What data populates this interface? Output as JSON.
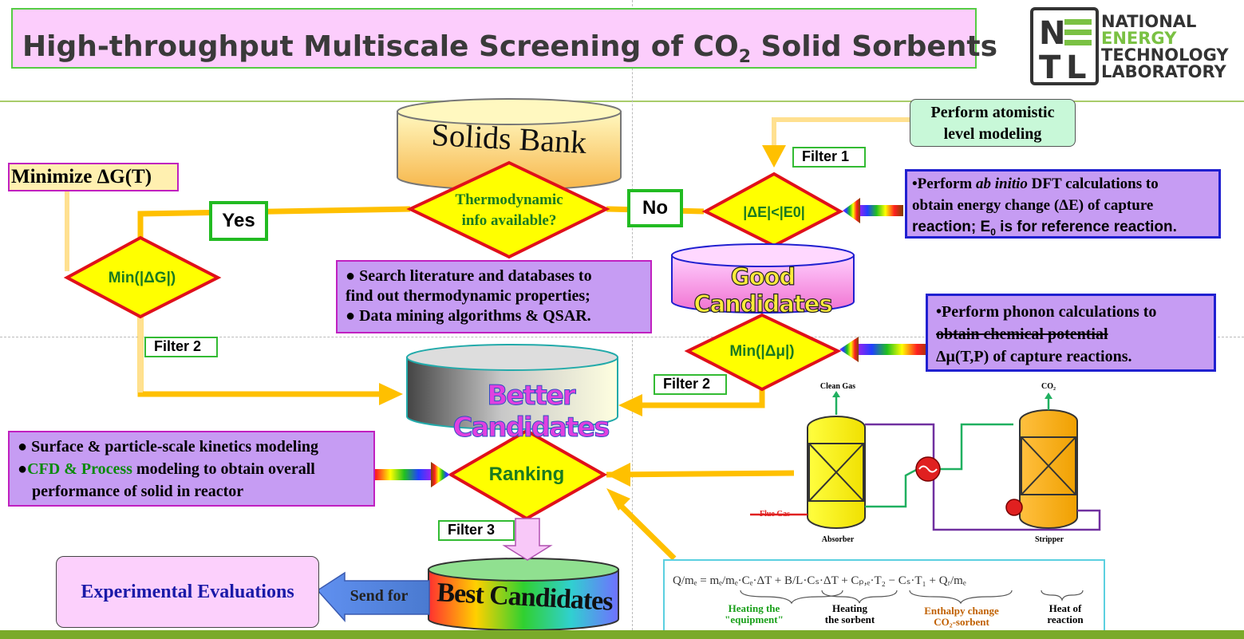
{
  "title": {
    "main": "High-throughput Multiscale Screening of CO",
    "sub": "2",
    "tail": " Solid Sorbents"
  },
  "logo": {
    "line1": "NATIONAL",
    "line2": "ENERGY",
    "line3": "TECHNOLOGY",
    "line4": "LABORATORY",
    "l1": "N",
    "l2": "E",
    "l3": "T",
    "l4": "L"
  },
  "nodes": {
    "solids_bank": "Solids Bank",
    "thermo_q1": "Thermodynamic",
    "thermo_q2": "info available?",
    "yes": "Yes",
    "no": "No",
    "minimize_dg": "Minimize ΔG(T)",
    "min_dg": "Min(|ΔG|)",
    "de_check": "|ΔE|<|E0|",
    "atomistic1": "Perform atomistic",
    "atomistic2": "level modeling",
    "filter1": "Filter 1",
    "filter2a": "Filter 2",
    "filter2b": "Filter 2",
    "filter3": "Filter 3",
    "good_candidates": "Good Candidates",
    "better_candidates": "Better Candidates",
    "best_candidates": "Best Candidates",
    "min_mu": "Min(|Δμ|)",
    "ranking": "Ranking",
    "send_for": "Send for",
    "experimental": "Experimental Evaluations"
  },
  "notes": {
    "search1": "Search literature and databases to",
    "search2": "find out thermodynamic properties;",
    "search3": " Data mining algorithms & QSAR.",
    "dft1": "•Perform ",
    "dft1b": "ab initio",
    "dft1c": " DFT calculations to",
    "dft2": "obtain energy change (ΔE) of capture",
    "dft3": "reaction; E",
    "dft3sub": "0",
    "dft3b": " is for reference reaction.",
    "phonon1": "•Perform phonon calculations to",
    "phonon2": " obtain chemical potential",
    "phonon3": "Δμ(T,P) of capture reactions.",
    "surf1": "Surface & particle-scale kinetics modeling",
    "surf2a": "CFD & Process",
    "surf2b": " modeling to obtain overall",
    "surf3": "performance of solid in reactor"
  },
  "process": {
    "clean_gas": "Clean Gas",
    "co2": "CO₂",
    "flue_gas": "Flue Gas",
    "absorber": "Absorber",
    "stripper": "Stripper"
  },
  "equation": {
    "lhs": "Q/mₑ = ",
    "term1": "Heating the",
    "term1b": "\"equipment\"",
    "term2": "Heating",
    "term2b": "the sorbent",
    "term3": "Enthalpy change",
    "term3b": "CO₂-sorbent",
    "term4": "Heat of",
    "term4b": "reaction"
  },
  "colors": {
    "arrow": "#ffc000",
    "diamond_fill": "#ffff00",
    "diamond_border": "#e0101a",
    "purple": "#c69cf3"
  }
}
